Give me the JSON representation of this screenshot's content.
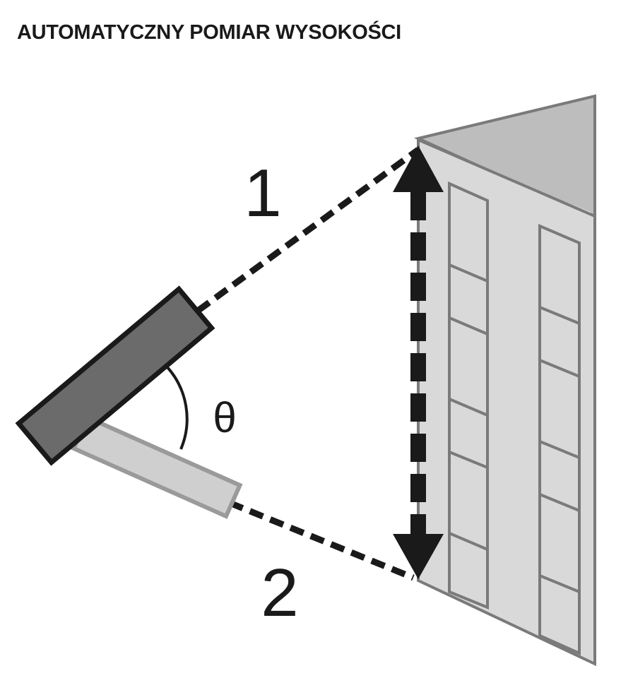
{
  "title": "AUTOMATYCZNY POMIAR WYSOKOŚCI",
  "labels": {
    "ray_top": "1",
    "ray_bottom": "2",
    "angle": "θ"
  },
  "colors": {
    "ink": "#1a1a1a",
    "device_dark": "#6b6b6b",
    "device_light": "#cfcfcf",
    "building_wall": "#d9d9d9",
    "building_roof": "#bdbdbd",
    "window_frame": "#7a7a7a"
  }
}
